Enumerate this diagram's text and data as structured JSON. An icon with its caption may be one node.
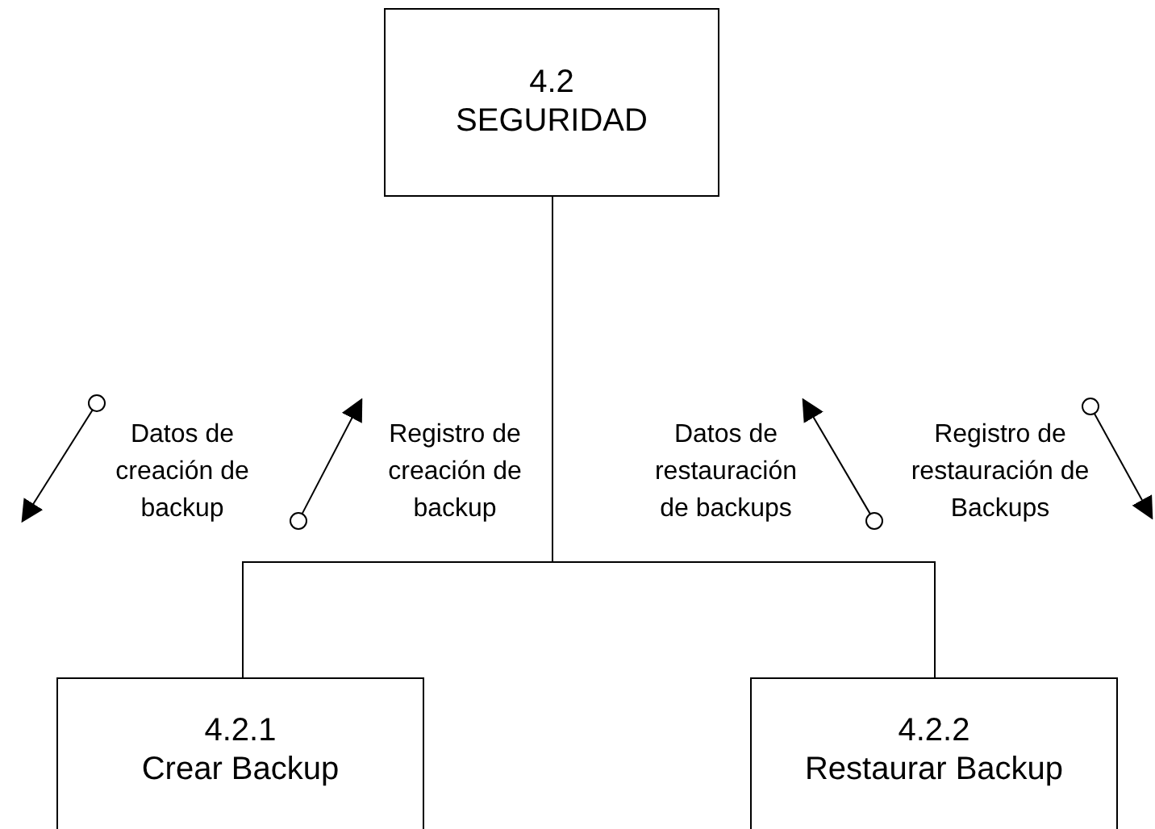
{
  "diagram": {
    "nodes": [
      {
        "text": [
          "4.2",
          "SEGURIDAD"
        ]
      },
      {
        "text": [
          "4.2.1",
          "Crear Backup"
        ]
      },
      {
        "text": [
          "4.2.2",
          "Restaurar Backup"
        ]
      }
    ],
    "edges": [
      {
        "from": 0,
        "to": 1,
        "arrow": "none"
      },
      {
        "from": 0,
        "to": 2,
        "arrow": "none"
      }
    ],
    "labels": [
      "Datos de creación de backup",
      "Registro de creación de backup",
      "Datos de restauración de backups",
      "Registro de restauración de Backups"
    ]
  }
}
